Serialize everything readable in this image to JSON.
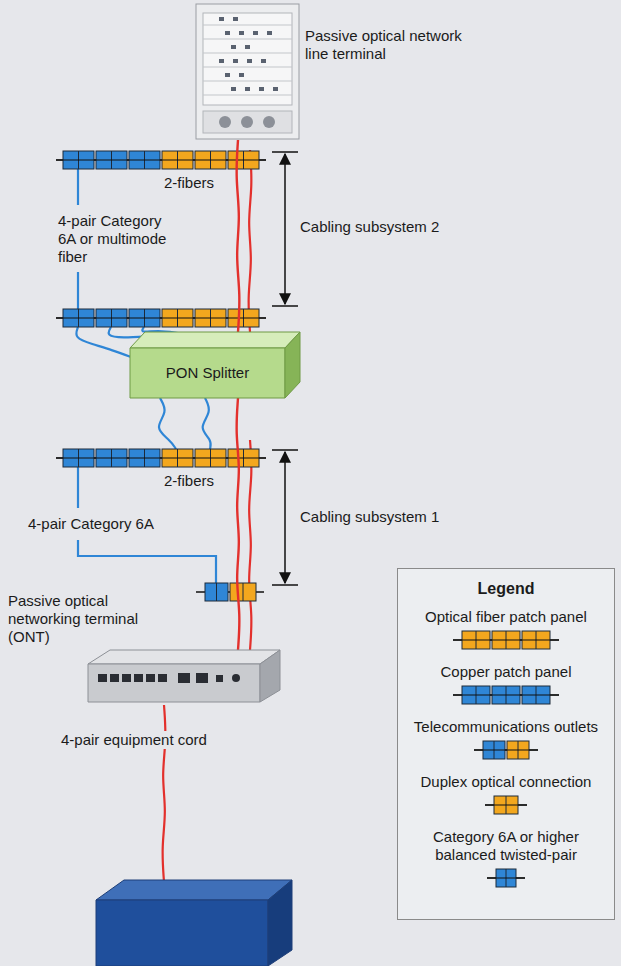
{
  "diagram": {
    "nodes": [
      {
        "text": [
          "Passive optical network line terminal"
        ]
      },
      {
        "text": [
          "PON Splitter"
        ]
      },
      {
        "text": [
          "Passive optical networking terminal (ONT)"
        ]
      }
    ],
    "edges": [
      {
        "from": 0,
        "to": 1,
        "arrow": "none"
      },
      {
        "from": 1,
        "to": 2,
        "arrow": "none"
      }
    ],
    "labels": [
      "4-pair Category 6A or multimode fiber",
      "2-fibers",
      "Cabling subsystem 2",
      "2-fibers",
      "Cabling subsystem 1",
      "4-pair Category 6A",
      "4-pair equipment cord",
      "Legend"
    ],
    "legend": [
      {
        "text": "Optical fiber patch panel"
      },
      {
        "text": "Copper patch panel"
      },
      {
        "text": "Telecommunications outlets"
      },
      {
        "text": "Duplex optical connection"
      },
      {
        "text": "Category 6A or higher balanced twisted-pair"
      }
    ]
  }
}
